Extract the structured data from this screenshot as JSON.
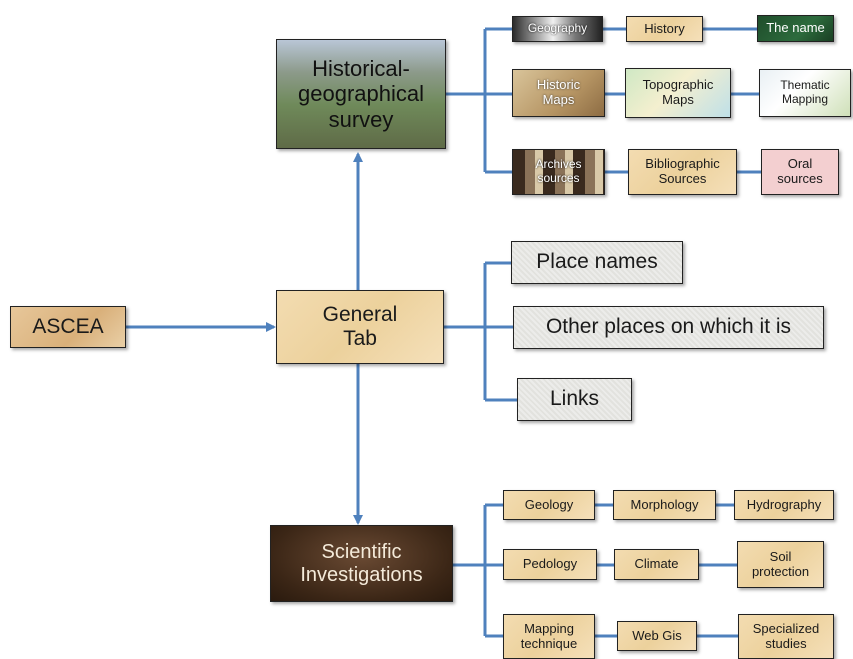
{
  "nodes": {
    "ascea": "ASCEA",
    "general_tab": "General Tab",
    "historical_survey": "Historical-geographical survey",
    "scientific": "Scientific Investigations",
    "geography": "Geography",
    "history": "History",
    "the_name": "The name",
    "historic_maps": "Historic Maps",
    "topographic_maps": "Topographic Maps",
    "thematic_mapping": "Thematic Mapping",
    "archives_sources": "Archives sources",
    "bibliographic_sources": "Bibliographic Sources",
    "oral_sources": "Oral sources",
    "place_names": "Place names",
    "other_places": "Other places on which it is",
    "links": "Links",
    "geology": "Geology",
    "morphology": "Morphology",
    "hydrography": "Hydrography",
    "pedology": "Pedology",
    "climate": "Climate",
    "soil_protection": "Soil protection",
    "mapping_technique": "Mapping technique",
    "web_gis": "Web Gis",
    "specialized_studies": "Specialized studies"
  },
  "colors": {
    "connector": "#4f81bd",
    "tan": "#efd6a6",
    "gray": "#e6e6e3",
    "pink": "#f3cfd0"
  }
}
